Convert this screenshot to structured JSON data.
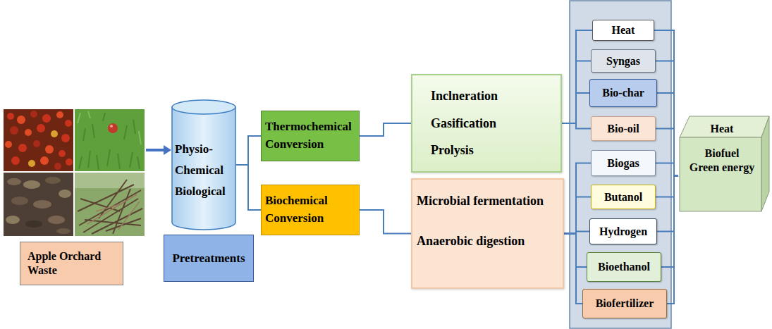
{
  "diagram": {
    "nodes": [
      {
        "text": [
          "Apple Orchard Waste"
        ]
      },
      {
        "text": [
          "Physio- Chemical Biological"
        ]
      },
      {
        "text": [
          "Pretreatments"
        ]
      },
      {
        "text": [
          "Thermochemical Conversion"
        ]
      },
      {
        "text": [
          "Biochemical Conversion"
        ]
      },
      {
        "text": [
          "Inclneration",
          "Gasification",
          "Prolysis"
        ]
      },
      {
        "text": [
          "Microbial fermentation",
          "Anaerobic digestion"
        ]
      },
      {
        "text": [
          "Heat"
        ]
      },
      {
        "text": [
          "Syngas"
        ]
      },
      {
        "text": [
          "Bio-char"
        ]
      },
      {
        "text": [
          "Bio-oil"
        ]
      },
      {
        "text": [
          "Biogas"
        ]
      },
      {
        "text": [
          "Butanol"
        ]
      },
      {
        "text": [
          "Hydrogen"
        ]
      },
      {
        "text": [
          "Bioethanol"
        ]
      },
      {
        "text": [
          "Biofertilizer"
        ]
      },
      {
        "text": [
          "Heat",
          "Biofuel",
          "Green energy"
        ]
      }
    ],
    "edges": [
      {
        "from": 1,
        "to": 3,
        "arrow": "none"
      },
      {
        "from": 1,
        "to": 4,
        "arrow": "none"
      },
      {
        "from": 3,
        "to": 5,
        "arrow": "none"
      },
      {
        "from": 4,
        "to": 6,
        "arrow": "none"
      },
      {
        "from": 5,
        "to": 7,
        "arrow": "none"
      },
      {
        "from": 5,
        "to": 8,
        "arrow": "none"
      },
      {
        "from": 5,
        "to": 9,
        "arrow": "none"
      },
      {
        "from": 5,
        "to": 10,
        "arrow": "none"
      },
      {
        "from": 6,
        "to": 11,
        "arrow": "none"
      },
      {
        "from": 6,
        "to": 12,
        "arrow": "none"
      },
      {
        "from": 6,
        "to": 13,
        "arrow": "none"
      },
      {
        "from": 6,
        "to": 14,
        "arrow": "none"
      },
      {
        "from": 6,
        "to": 15,
        "arrow": "none"
      },
      {
        "from": 7,
        "to": 16,
        "arrow": "none"
      },
      {
        "from": 8,
        "to": 16,
        "arrow": "none"
      },
      {
        "from": 9,
        "to": 16,
        "arrow": "none"
      },
      {
        "from": 10,
        "to": 16,
        "arrow": "none"
      },
      {
        "from": 11,
        "to": 16,
        "arrow": "none"
      },
      {
        "from": 12,
        "to": 16,
        "arrow": "none"
      },
      {
        "from": 13,
        "to": 16,
        "arrow": "none"
      },
      {
        "from": 14,
        "to": 16,
        "arrow": "none"
      },
      {
        "from": 15,
        "to": 16,
        "arrow": "none"
      }
    ]
  }
}
